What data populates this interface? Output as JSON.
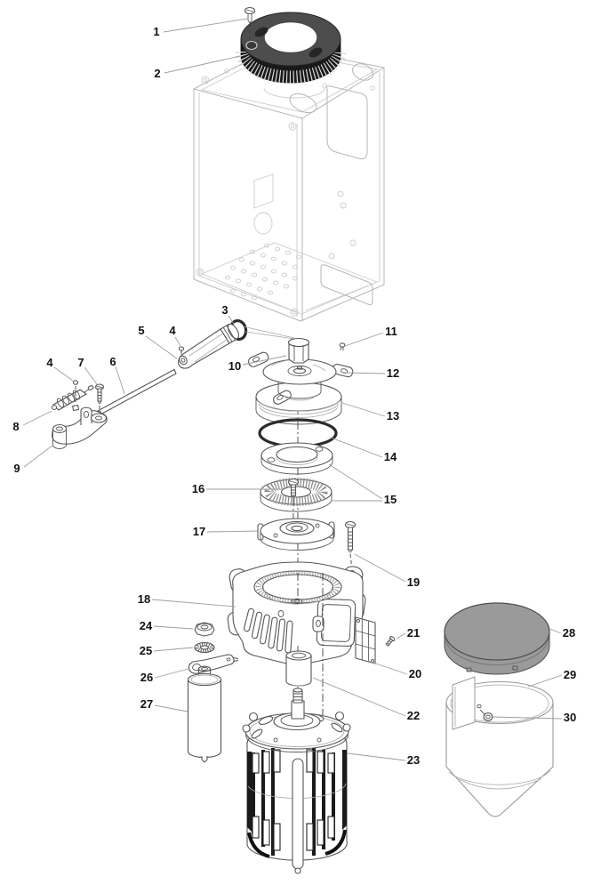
{
  "figure": {
    "type": "exploded-parts-diagram",
    "background": "#ffffff"
  },
  "palette": {
    "gear_fill": "#4d4d4d",
    "gear_teeth": "#1a1a1a",
    "lid_fill": "#9a9a9a",
    "part_line": "#565656",
    "case_line": "#b6b6b6",
    "leader_line": "#9e9e9e",
    "label_text": "#111111",
    "oring": "#2b2b2b"
  },
  "callouts": [
    {
      "id": "1",
      "label": "1"
    },
    {
      "id": "2",
      "label": "2"
    },
    {
      "id": "3",
      "label": "3"
    },
    {
      "id": "4-knob",
      "label": "4"
    },
    {
      "id": "5",
      "label": "5"
    },
    {
      "id": "4-adjuster",
      "label": "4"
    },
    {
      "id": "7",
      "label": "7"
    },
    {
      "id": "6",
      "label": "6"
    },
    {
      "id": "8",
      "label": "8"
    },
    {
      "id": "9",
      "label": "9"
    },
    {
      "id": "10",
      "label": "10"
    },
    {
      "id": "11",
      "label": "11"
    },
    {
      "id": "12",
      "label": "12"
    },
    {
      "id": "13",
      "label": "13"
    },
    {
      "id": "14",
      "label": "14"
    },
    {
      "id": "15",
      "label": "15"
    },
    {
      "id": "16",
      "label": "16"
    },
    {
      "id": "17",
      "label": "17"
    },
    {
      "id": "18",
      "label": "18"
    },
    {
      "id": "19",
      "label": "19"
    },
    {
      "id": "24",
      "label": "24"
    },
    {
      "id": "25",
      "label": "25"
    },
    {
      "id": "26",
      "label": "26"
    },
    {
      "id": "27",
      "label": "27"
    },
    {
      "id": "21",
      "label": "21"
    },
    {
      "id": "20",
      "label": "20"
    },
    {
      "id": "22",
      "label": "22"
    },
    {
      "id": "23",
      "label": "23"
    },
    {
      "id": "28",
      "label": "28"
    },
    {
      "id": "29",
      "label": "29"
    },
    {
      "id": "30",
      "label": "30"
    }
  ]
}
